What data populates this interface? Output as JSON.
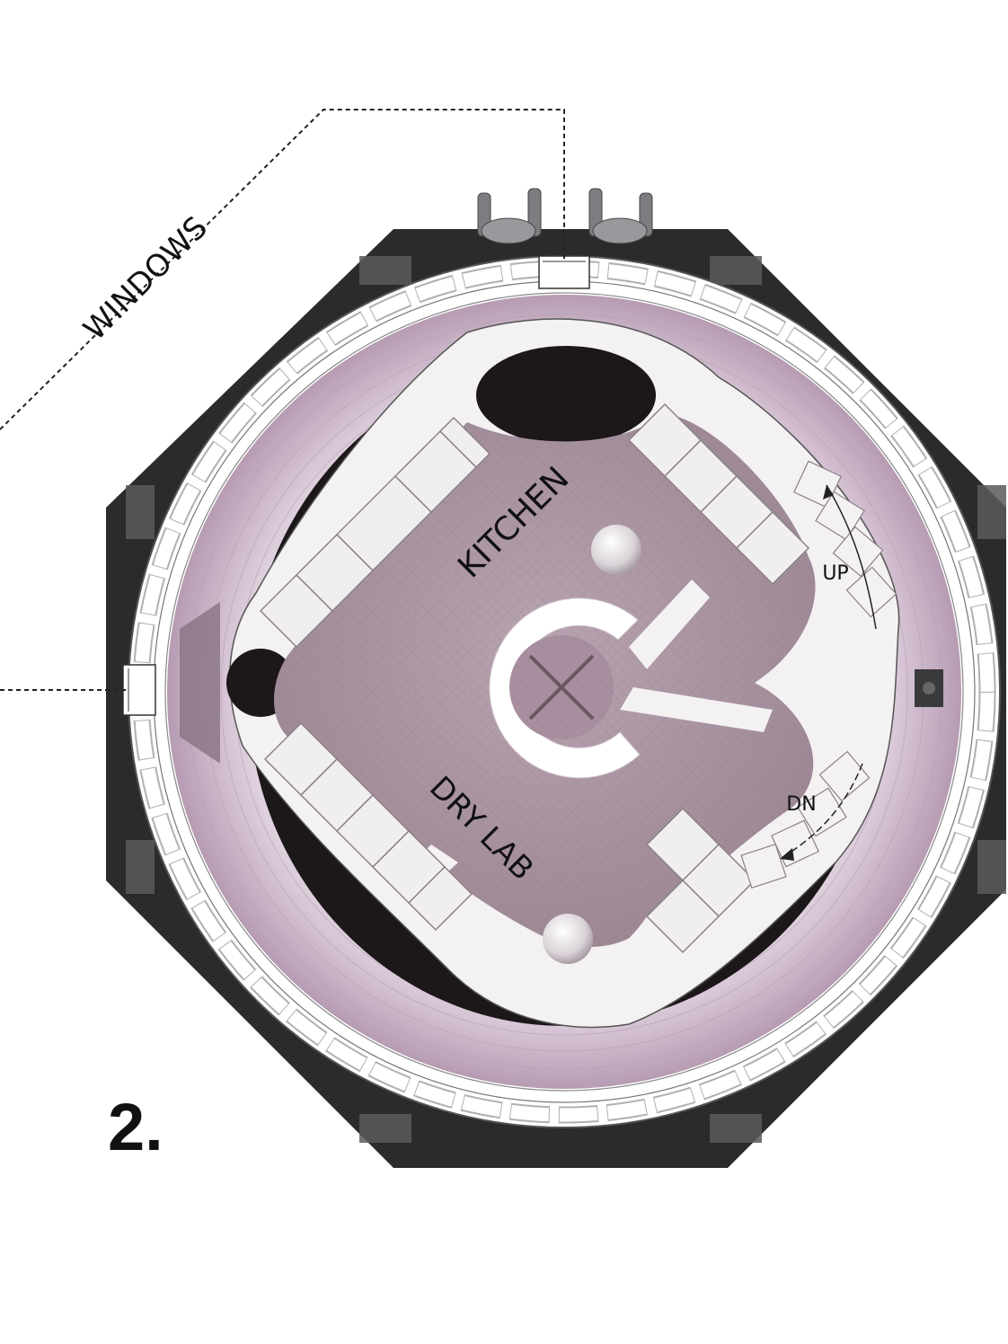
{
  "labels": {
    "windows": "WINDOWS",
    "kitchen": "KITCHEN",
    "dry_lab": "DRY LAB",
    "up": "UP",
    "dn": "DN",
    "level": "2."
  },
  "colors": {
    "hull": "#2b2b2d",
    "ring": "#ffffff",
    "lavender": "#c9b3c6",
    "floor": "#a8929f",
    "dark_void": "#1c1719",
    "furniture": "#f1eef0",
    "leader": "#222222"
  }
}
